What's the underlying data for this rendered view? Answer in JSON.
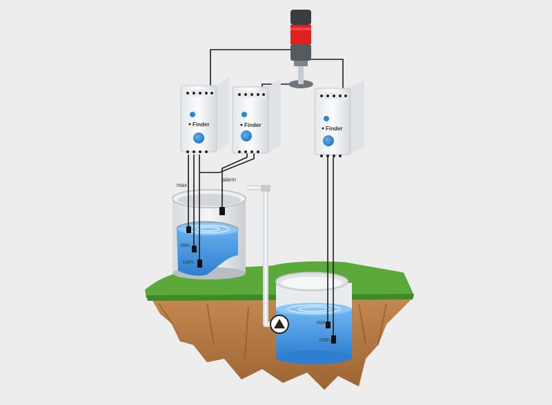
{
  "relays": [
    {
      "brand": "Finder"
    },
    {
      "brand": "Finder"
    },
    {
      "brand": "Finder"
    }
  ],
  "labels": {
    "max": "max",
    "alarm": "alarm",
    "min_tank": "min",
    "com_tank": "com.",
    "min_well": "min",
    "com_well": "com."
  },
  "colors": {
    "background": "#ededed",
    "relay_body": "#f4f6f8",
    "dial": "#2a86d1",
    "water": "#3b8fe0",
    "grass": "#5aa93a",
    "soil": "#b57a45",
    "beacon_red": "#e02020",
    "wire": "#1a1a1a"
  },
  "icons": [
    "warning-triangle-icon",
    "signal-beacon-icon",
    "pump-icon"
  ]
}
